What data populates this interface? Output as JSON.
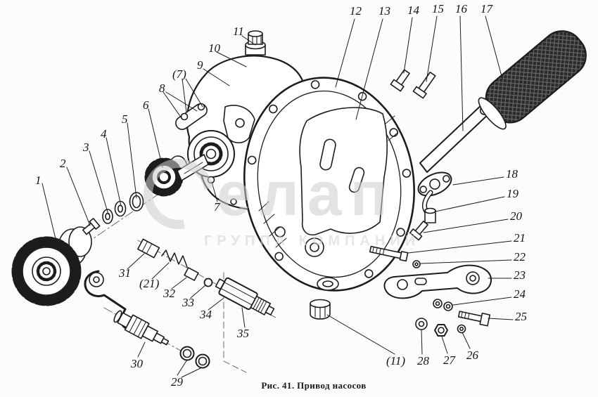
{
  "figure": {
    "caption": "Рис. 41. Привод насосов"
  },
  "watermark": {
    "main": "елап",
    "sub": "ГРУППА КОМПАНИЙ"
  },
  "colors": {
    "ink": "#1c1c1c",
    "paper": "#fcfcfb",
    "watermark": "#cdcdcd"
  },
  "callouts": [
    {
      "label": "1"
    },
    {
      "label": "2"
    },
    {
      "label": "3"
    },
    {
      "label": "4"
    },
    {
      "label": "5"
    },
    {
      "label": "6"
    },
    {
      "label": "(7)"
    },
    {
      "label": "8"
    },
    {
      "label": "9"
    },
    {
      "label": "10"
    },
    {
      "label": "11"
    },
    {
      "label": "12"
    },
    {
      "label": "13"
    },
    {
      "label": "14"
    },
    {
      "label": "15"
    },
    {
      "label": "16"
    },
    {
      "label": "17"
    },
    {
      "label": "18"
    },
    {
      "label": "19"
    },
    {
      "label": "20"
    },
    {
      "label": "21"
    },
    {
      "label": "22"
    },
    {
      "label": "23"
    },
    {
      "label": "24"
    },
    {
      "label": "25"
    },
    {
      "label": "26"
    },
    {
      "label": "27"
    },
    {
      "label": "28"
    },
    {
      "label": "(11)"
    },
    {
      "label": "29"
    },
    {
      "label": "30"
    },
    {
      "label": "31"
    },
    {
      "label": "(21)"
    },
    {
      "label": "32"
    },
    {
      "label": "33"
    },
    {
      "label": "34"
    },
    {
      "label": "35"
    },
    {
      "label": "7"
    }
  ]
}
